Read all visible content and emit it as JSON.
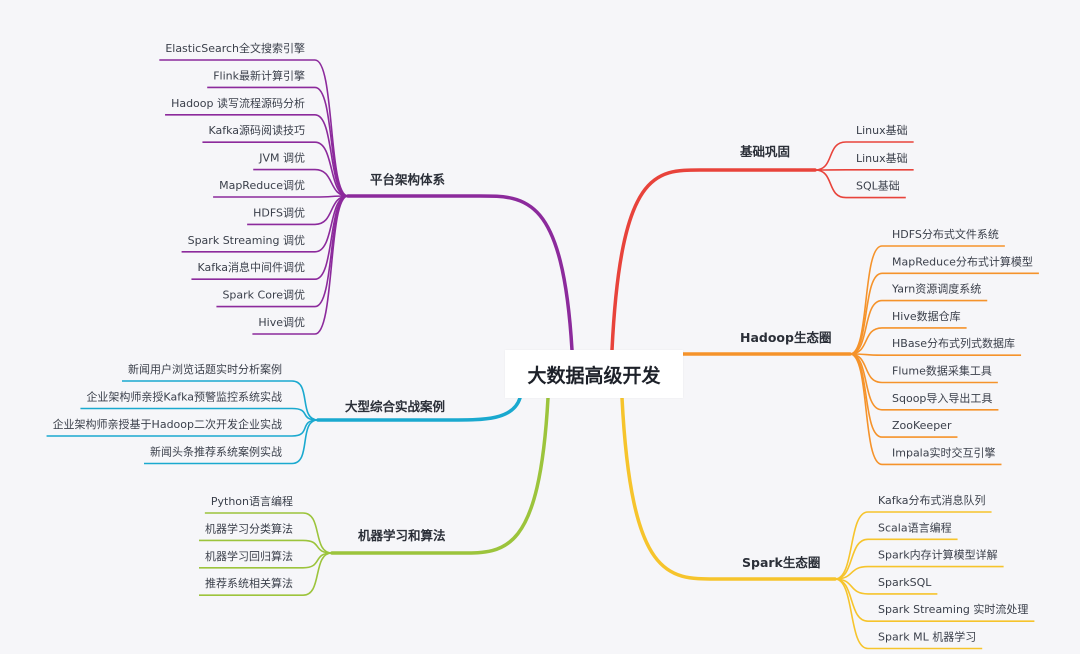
{
  "root": {
    "title": "大数据高级开发"
  },
  "branches": [
    {
      "id": "platform",
      "label": "平台架构体系",
      "color": "#8c2a9c",
      "items": [
        "ElasticSearch全文搜索引擎",
        "Flink最新计算引擎",
        "Hadoop 读写流程源码分析",
        "Kafka源码阅读技巧",
        "JVM 调优",
        "MapReduce调优",
        "HDFS调优",
        "Spark Streaming 调优",
        "Kafka消息中间件调优",
        "Spark Core调优",
        "Hive调优"
      ]
    },
    {
      "id": "cases",
      "label": "大型综合实战案例",
      "color": "#1aa9cf",
      "items": [
        "新闻用户浏览话题实时分析案例",
        "企业架构师亲授Kafka预警监控系统实战",
        "企业架构师亲授基于Hadoop二次开发企业实战",
        "新闻头条推荐系统案例实战"
      ]
    },
    {
      "id": "ml",
      "label": "机器学习和算法",
      "color": "#9cc43c",
      "items": [
        "Python语言编程",
        "机器学习分类算法",
        "机器学习回归算法",
        "推荐系统相关算法"
      ]
    },
    {
      "id": "basics",
      "label": "基础巩固",
      "color": "#e8433b",
      "items": [
        "Linux基础",
        "Linux基础",
        "SQL基础"
      ]
    },
    {
      "id": "hadoop",
      "label": "Hadoop生态圈",
      "color": "#f5932b",
      "items": [
        "HDFS分布式文件系统",
        "MapReduce分布式计算模型",
        "Yarn资源调度系统",
        "Hive数据仓库",
        "HBase分布式列式数据库",
        "Flume数据采集工具",
        "Sqoop导入导出工具",
        "ZooKeeper",
        "Impala实时交互引擎"
      ]
    },
    {
      "id": "spark",
      "label": "Spark生态圈",
      "color": "#f6c42c",
      "items": [
        "Kafka分布式消息队列",
        "Scala语言编程",
        "Spark内存计算模型详解",
        "SparkSQL",
        "Spark Streaming 实时流处理",
        "Spark ML 机器学习"
      ]
    }
  ]
}
